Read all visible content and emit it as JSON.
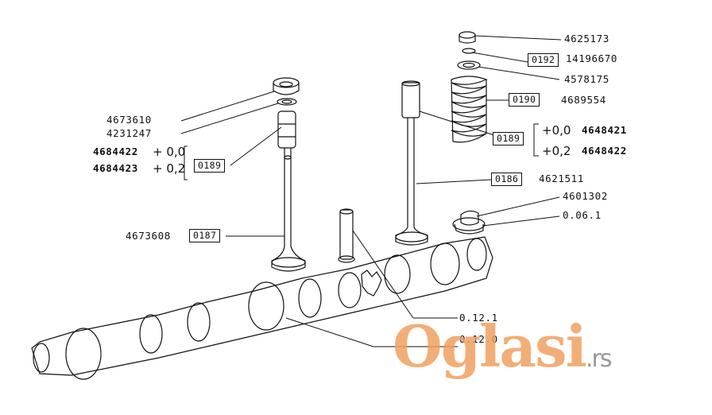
{
  "labels": {
    "p4625173": "4625173",
    "p14196670": "14196670",
    "p4578175": "4578175",
    "p4689554": "4689554",
    "p4648421": "4648421",
    "p4648422": "4648422",
    "p4621511": "4621511",
    "p4601302": "4601302",
    "p0061": "0.06.1",
    "p0121": "0.12.1",
    "p0120": "0.12.0",
    "p4673610": "4673610",
    "p4231247": "4231247",
    "p4684422": "4684422",
    "p4684423": "4684423",
    "p4673608": "4673608",
    "plus00_left": "+ 0,0",
    "plus02_left": "+ 0,2",
    "plus00_right": "+0,0",
    "plus02_right": "+0,2"
  },
  "boxes": {
    "b0192": "0192",
    "b0190": "0190",
    "b0189_right": "0189",
    "b0186": "0186",
    "b0189_left": "0189",
    "b0187": "0187"
  },
  "watermark": {
    "main": "Oglasi",
    "suffix": ".rs",
    "color": "#f0a060"
  }
}
